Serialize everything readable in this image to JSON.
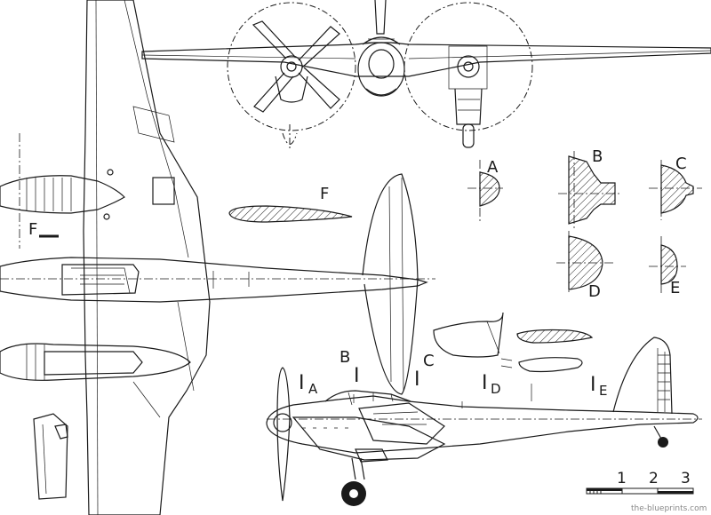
{
  "section_labels": {
    "A": "A",
    "B": "B",
    "C": "C",
    "D": "D",
    "E": "E",
    "F": "F",
    "F_marker": "F",
    "IA_main": "I",
    "IA_sub": "A",
    "B_tag": "B",
    "B_bar": "I",
    "C_tag": "C",
    "C_bar": "I",
    "ID_main": "I",
    "ID_sub": "D",
    "IE_main": "I",
    "IE_sub": "E"
  },
  "scale": {
    "n1": "1",
    "n2": "2",
    "n3": "3"
  },
  "watermark": "the-blueprints.com"
}
